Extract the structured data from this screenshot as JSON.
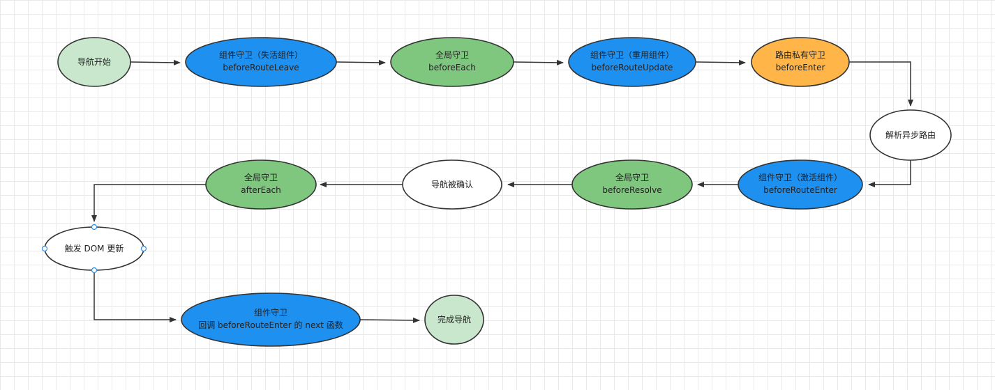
{
  "nodes": {
    "nav_start": {
      "lines": [
        "导航开始"
      ]
    },
    "before_route_leave": {
      "lines": [
        "组件守卫（失活组件）",
        "beforeRouteLeave"
      ]
    },
    "before_each": {
      "lines": [
        "全局守卫",
        "beforeEach"
      ]
    },
    "before_route_update": {
      "lines": [
        "组件守卫（重用组件）",
        "beforeRouteUpdate"
      ]
    },
    "before_enter": {
      "lines": [
        "路由私有守卫",
        "beforeEnter"
      ]
    },
    "resolve_async_routes": {
      "lines": [
        "解析异步路由"
      ]
    },
    "before_route_enter": {
      "lines": [
        "组件守卫（激活组件）",
        "beforeRouteEnter"
      ]
    },
    "before_resolve": {
      "lines": [
        "全局守卫",
        "beforeResolve"
      ]
    },
    "nav_confirmed": {
      "lines": [
        "导航被确认"
      ]
    },
    "after_each": {
      "lines": [
        "全局守卫",
        "afterEach"
      ]
    },
    "trigger_dom_update": {
      "lines": [
        "触发 DOM 更新"
      ]
    },
    "callback_next": {
      "lines": [
        "组件守卫",
        "回调 beforeRouteEnter 的 next 函数"
      ]
    },
    "nav_complete": {
      "lines": [
        "完成导航"
      ]
    }
  },
  "colors": {
    "light_green": "#c9e7cc",
    "green": "#7fc77f",
    "blue": "#1e90f0",
    "orange": "#ffb547",
    "white": "#ffffff",
    "stroke": "#333333",
    "arrow": "#333333"
  }
}
